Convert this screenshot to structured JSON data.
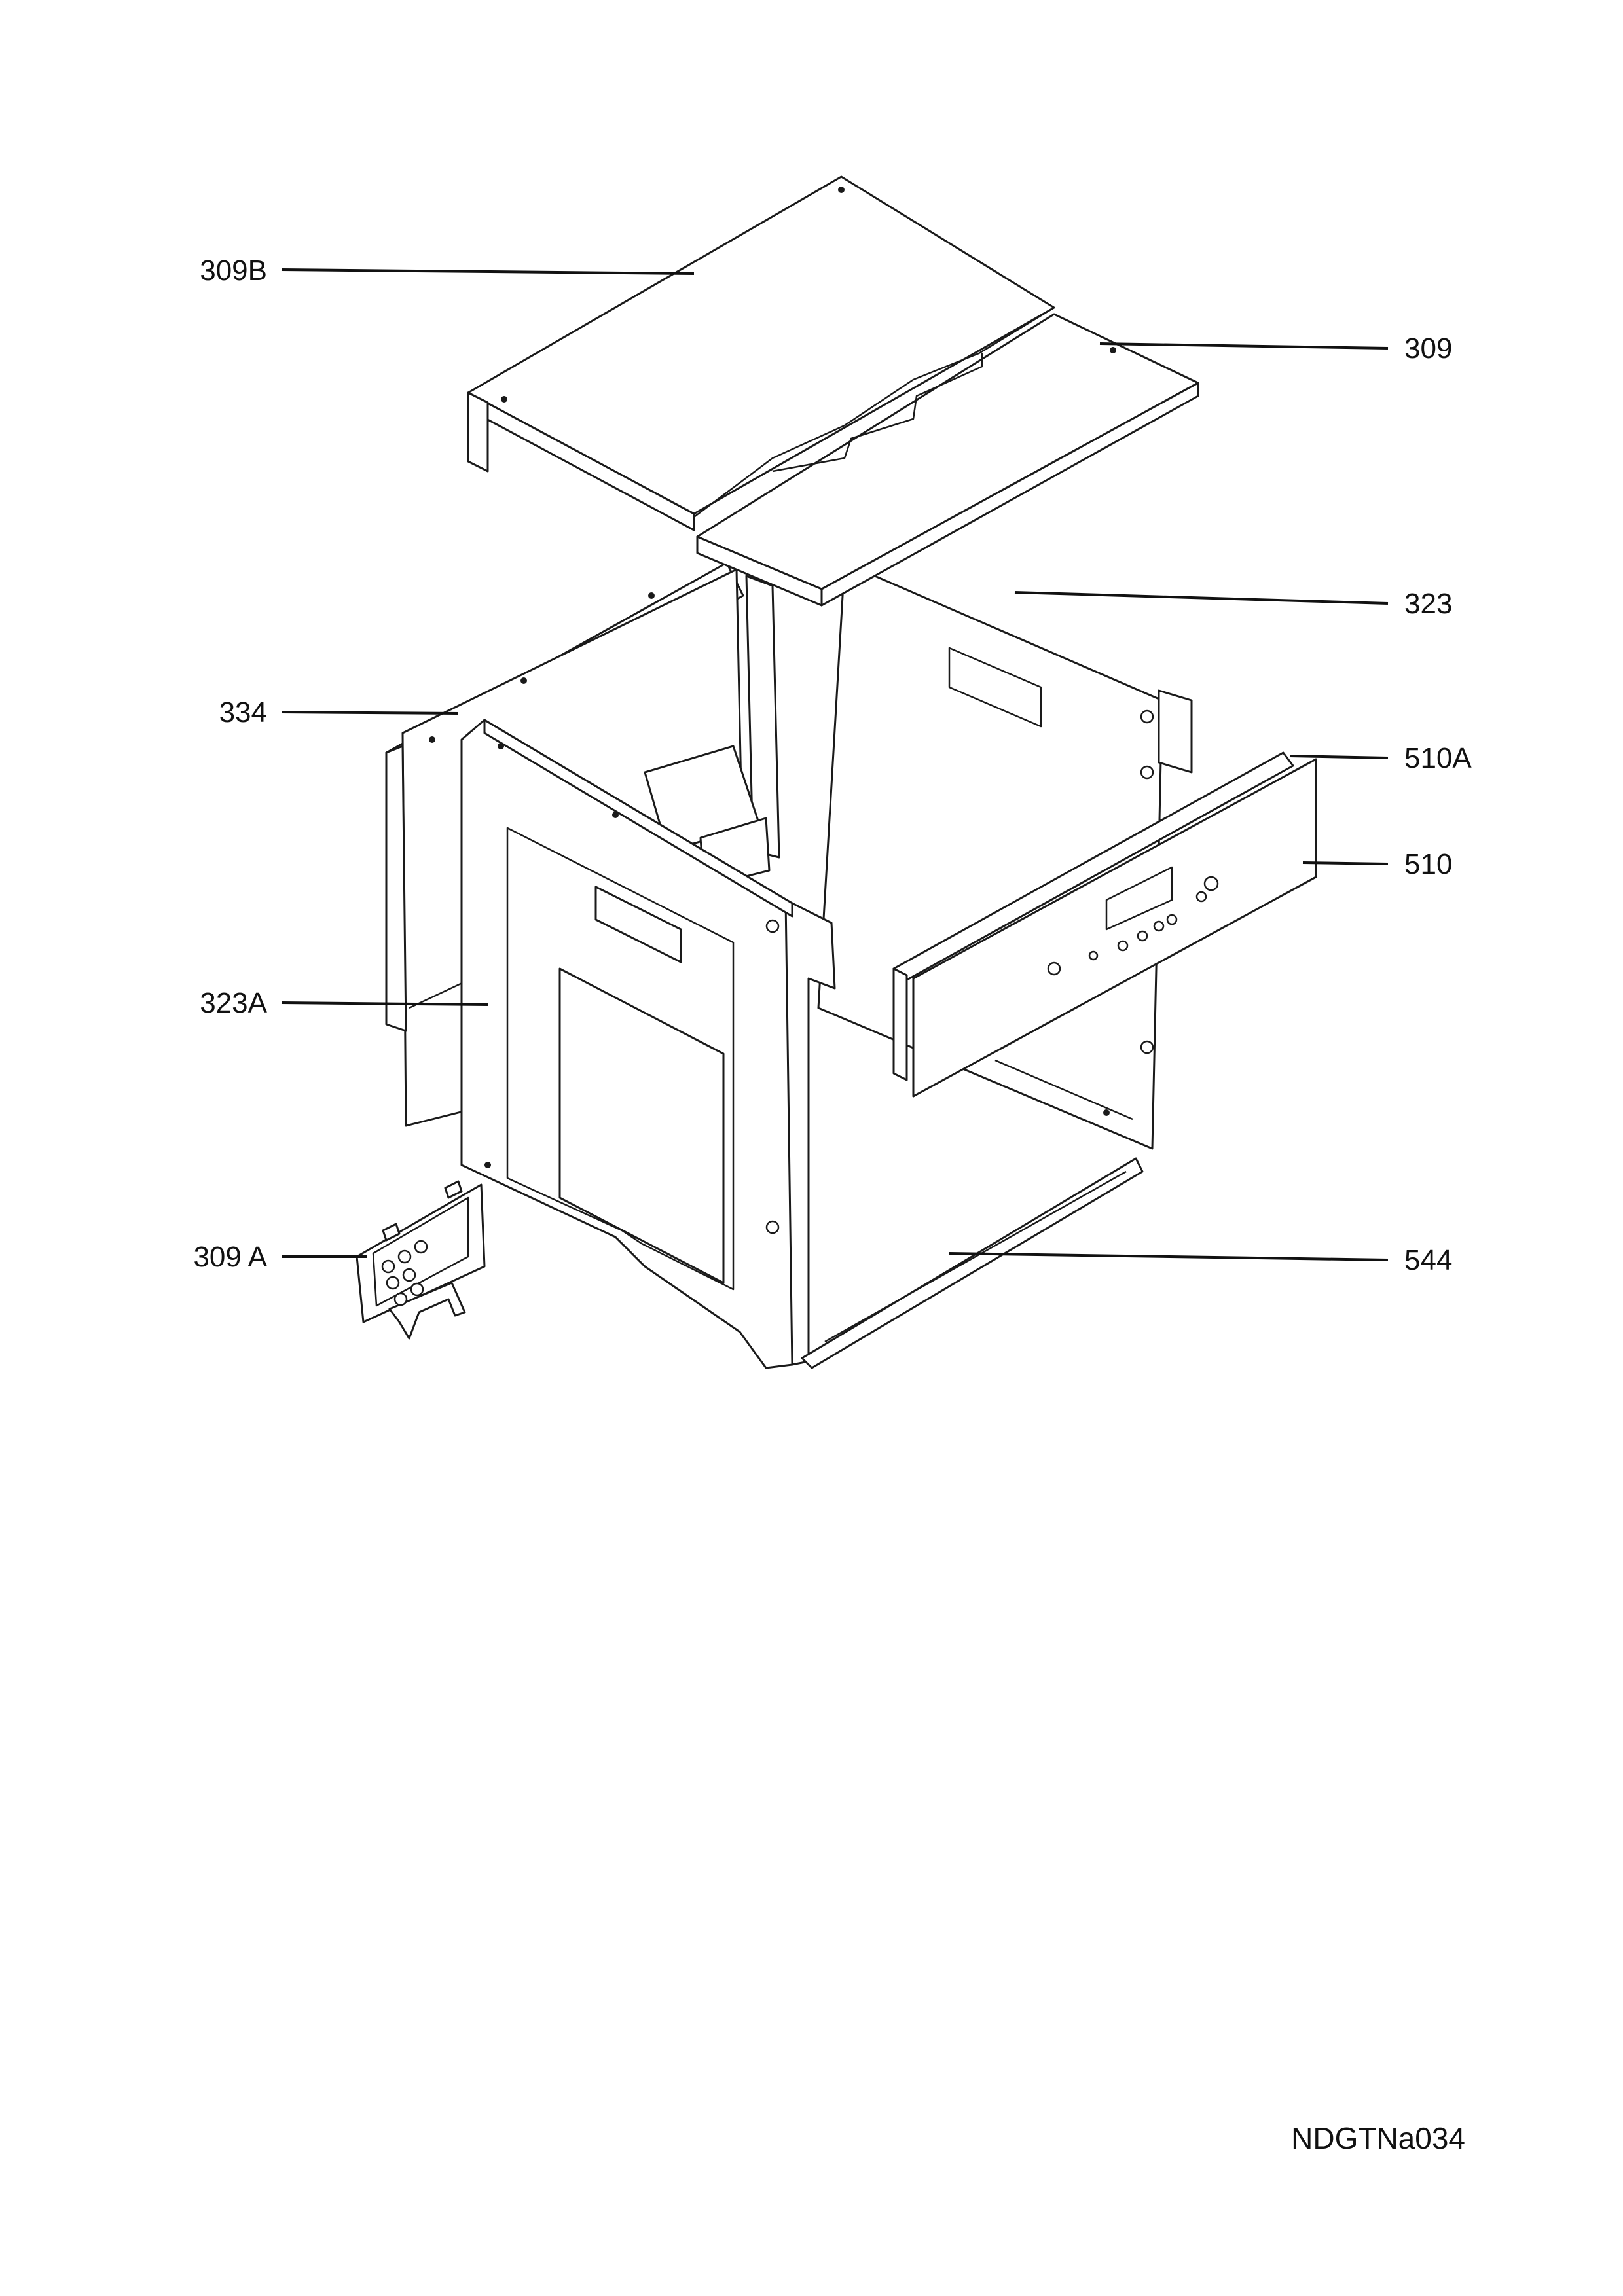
{
  "diagram": {
    "labels": {
      "309B": "309B",
      "309": "309",
      "323": "323",
      "334": "334",
      "510A": "510A",
      "510": "510",
      "323A": "323A",
      "309A": "309 A",
      "544": "544"
    },
    "drawing_code": "NDGTNa034"
  }
}
